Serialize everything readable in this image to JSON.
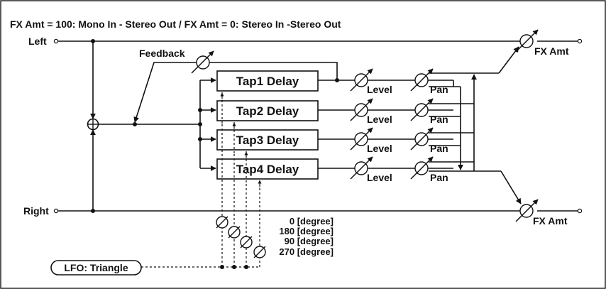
{
  "diagram": {
    "title": "FX Amt = 100: Mono In - Stereo Out  /  FX Amt = 0: Stereo In -Stereo Out",
    "inputs": {
      "left": "Left",
      "right": "Right"
    },
    "feedback_label": "Feedback",
    "taps": [
      {
        "label": "Tap1 Delay",
        "level": "Level",
        "pan": "Pan"
      },
      {
        "label": "Tap2 Delay",
        "level": "Level",
        "pan": "Pan"
      },
      {
        "label": "Tap3 Delay",
        "level": "Level",
        "pan": "Pan"
      },
      {
        "label": "Tap4 Delay",
        "level": "Level",
        "pan": "Pan"
      }
    ],
    "outputs": {
      "fx_amt_top": "FX Amt",
      "fx_amt_bottom": "FX Amt"
    },
    "lfo": {
      "label": "LFO: Triangle"
    },
    "phases": [
      "0 [degree]",
      "180 [degree]",
      "90 [degree]",
      "270 [degree]"
    ]
  }
}
